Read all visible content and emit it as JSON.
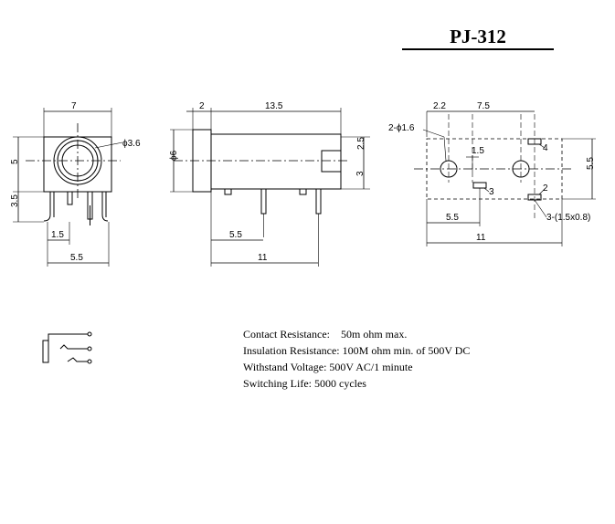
{
  "title": "PJ-312",
  "front_view": {
    "width": "7",
    "height_top": "5",
    "height_bottom": "3.5",
    "pin_offset": "1.5",
    "pin_span": "5.5",
    "hole_diameter": "ϕ3.6"
  },
  "side_view": {
    "flange": "2",
    "length": "13.5",
    "diameter": "ϕ6",
    "dim_upper": "2.5",
    "dim_lower": "3",
    "pin_offset": "5.5",
    "total_length": "11"
  },
  "pcb_layout": {
    "dim_a": "2.2",
    "dim_b": "7.5",
    "dim_c": "1.5",
    "height": "5.5",
    "dim_d": "5.5",
    "width": "11",
    "holes_note": "2-ϕ1.6",
    "slots_note": "3-(1.5x0.8)",
    "pad_4": "4",
    "pad_3": "3",
    "pad_2": "2"
  },
  "specs": {
    "contact_resistance_label": "Contact Resistance:",
    "contact_resistance_value": "50m ohm max.",
    "insulation_resistance": "Insulation Resistance: 100M ohm min. of 500V DC",
    "withstand_voltage": "Withstand Voltage: 500V AC/1 minute",
    "switching_life": "Switching Life: 5000 cycles"
  }
}
